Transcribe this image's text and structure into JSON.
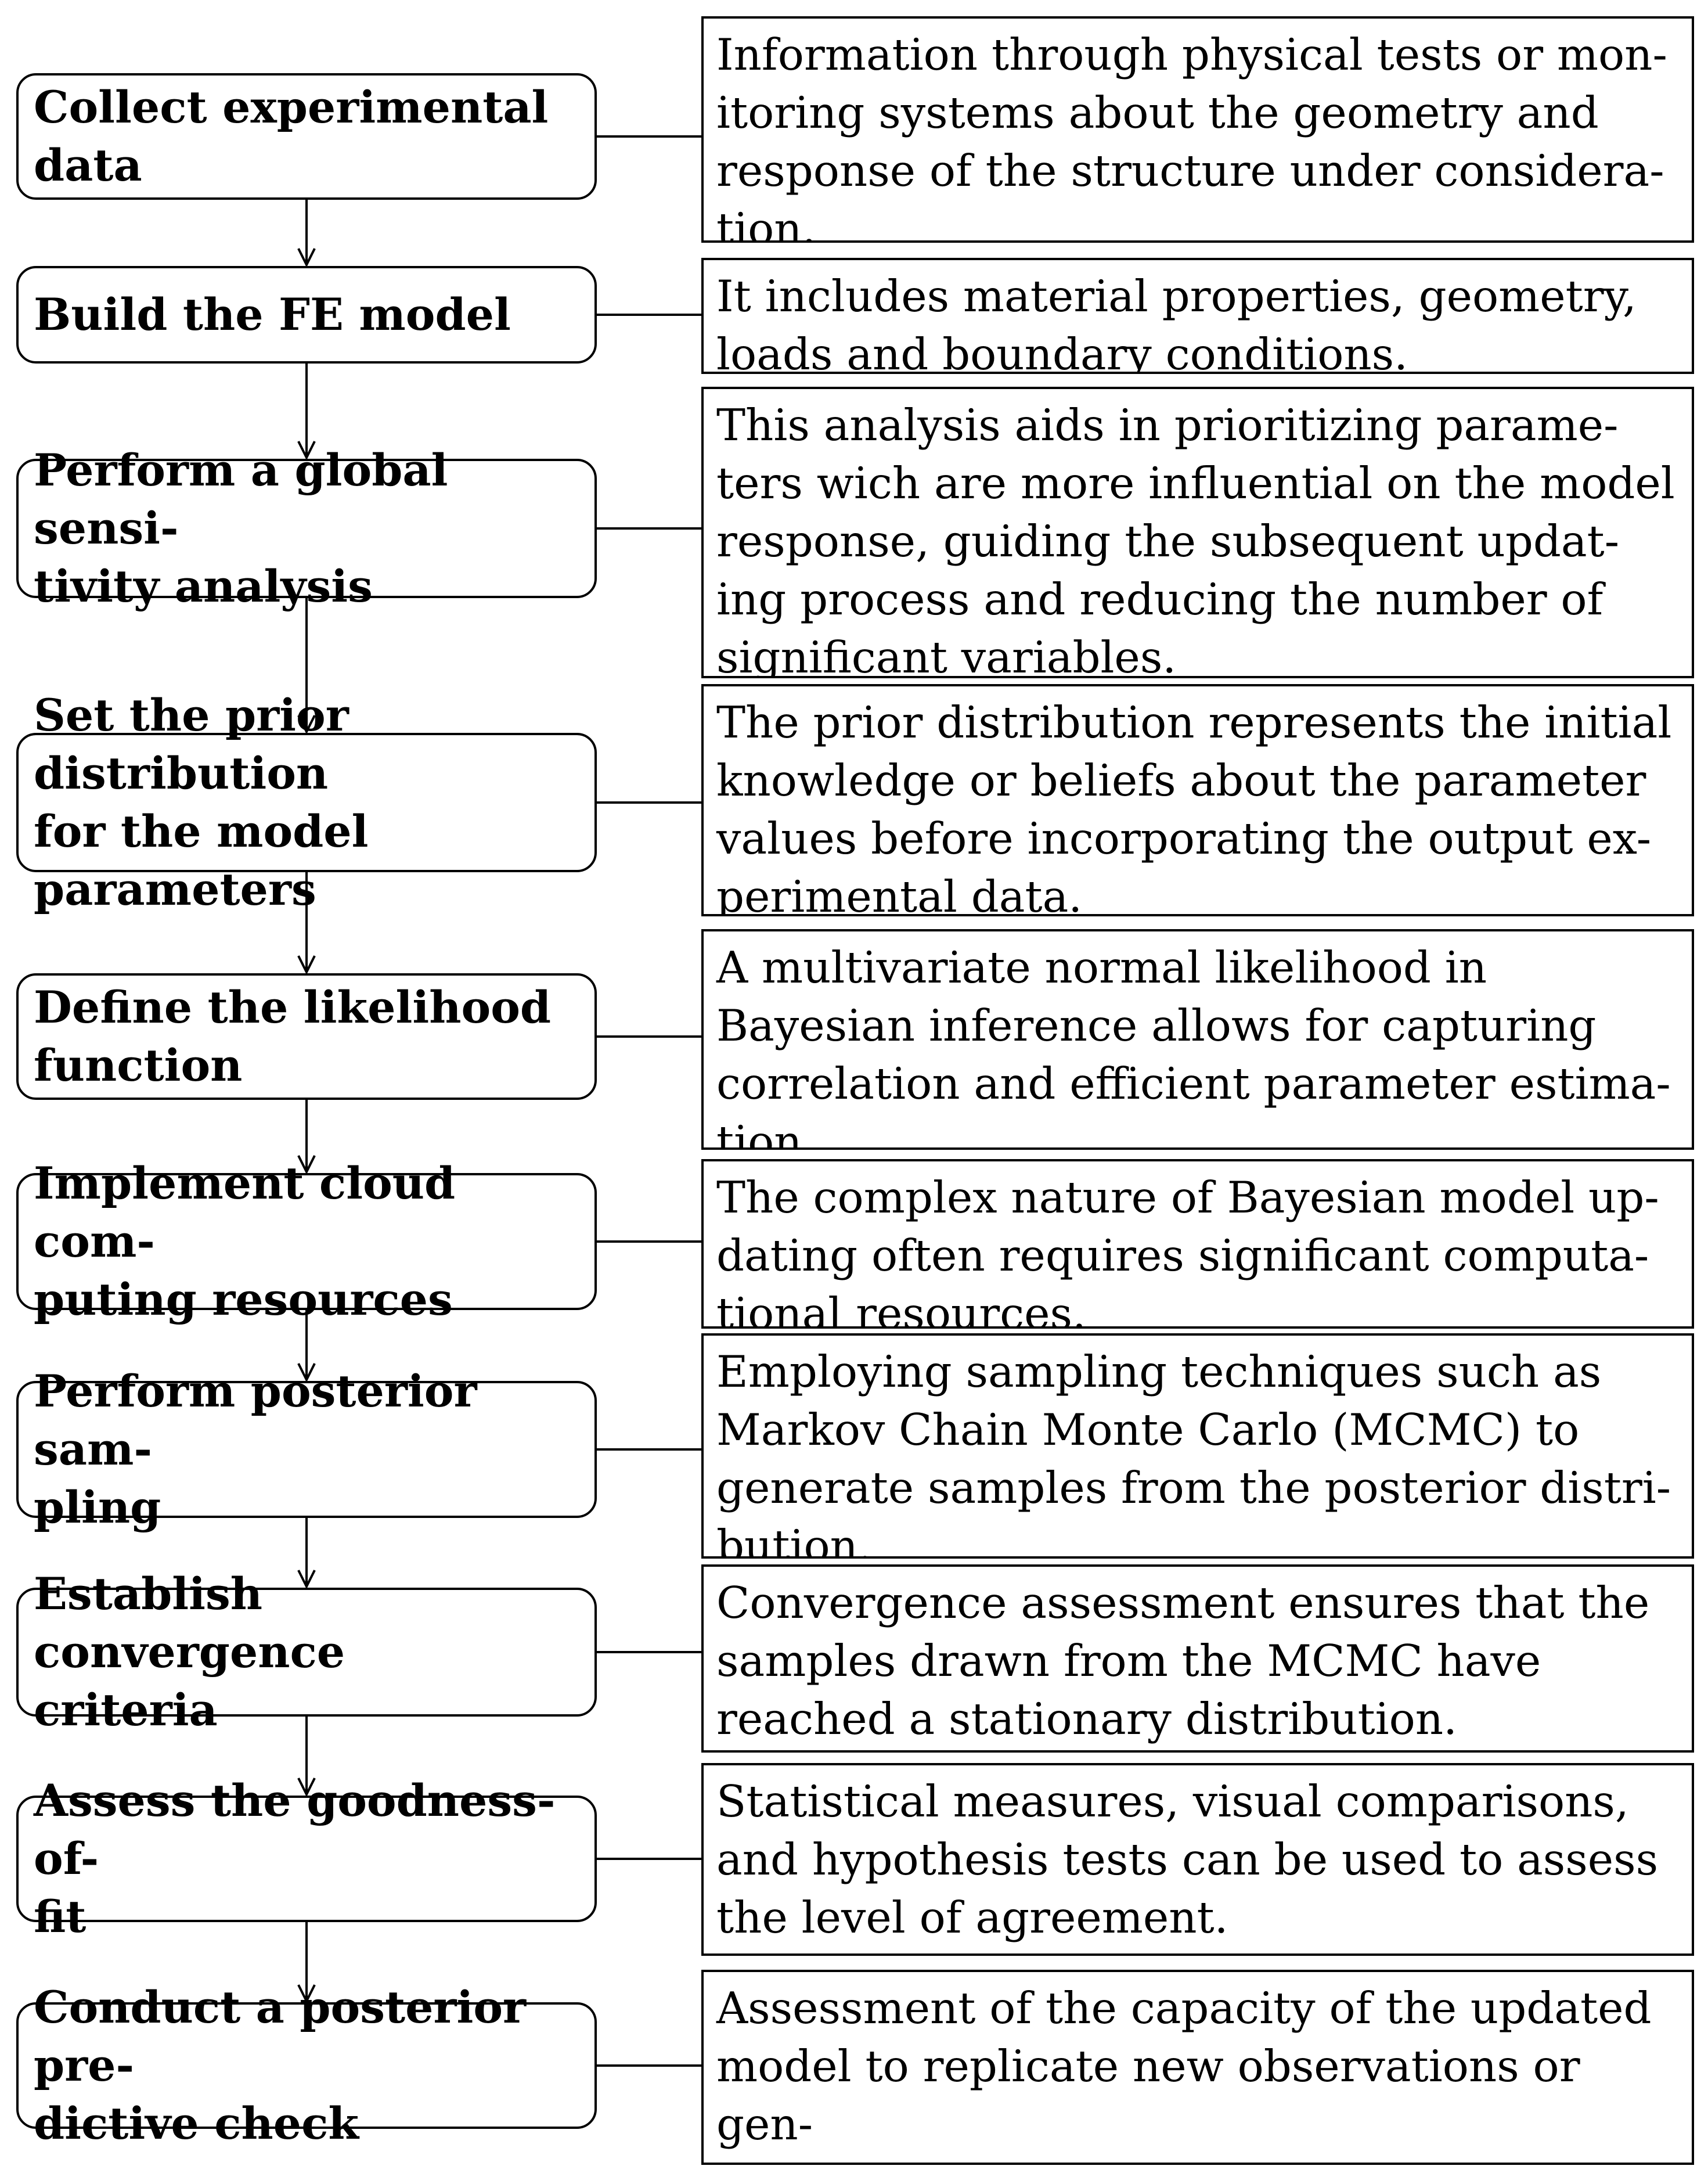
{
  "steps": [
    {
      "label": "Collect experimental\ndata",
      "description": "Information through physical tests or mon-\nitoring systems about the geometry and\nresponse of the structure under considera-\ntion."
    },
    {
      "label": "Build the FE model",
      "description": "It includes material properties, geometry,\nloads and boundary conditions."
    },
    {
      "label": "Perform a global sensi-\ntivity analysis",
      "description": "This analysis aids in prioritizing parame-\nters wich are more influential on the model\nresponse, guiding the subsequent updat-\ning process and reducing the number of\nsignificant variables."
    },
    {
      "label": "Set the prior distribution\nfor the model parameters",
      "description": "The prior distribution represents the initial\nknowledge or beliefs about the parameter\nvalues before incorporating the output ex-\nperimental data."
    },
    {
      "label": "Define the likelihood\nfunction",
      "description": "A multivariate normal likelihood in\nBayesian inference allows for capturing\ncorrelation and efficient parameter estima-\ntion."
    },
    {
      "label": "Implement cloud com-\nputing resources",
      "description": "The complex nature of Bayesian model up-\ndating often requires significant computa-\ntional resources."
    },
    {
      "label": "Perform posterior sam-\npling",
      "description": "Employing sampling techniques such as\nMarkov Chain Monte Carlo (MCMC) to\ngenerate samples from the posterior distri-\nbution."
    },
    {
      "label": "Establish convergence\ncriteria",
      "description": "Convergence assessment ensures that the\nsamples drawn from the MCMC have\nreached a stationary distribution."
    },
    {
      "label": "Assess the goodness-of-\nfit",
      "description": "Statistical measures, visual comparisons,\nand hypothesis tests can be used to assess\nthe level of agreement."
    },
    {
      "label": "Conduct a posterior pre-\ndictive check",
      "description": "Assessment of the capacity of the updated\nmodel to replicate new observations or gen-\nerate synthetic data."
    }
  ],
  "colors": {
    "line": "#000000",
    "background": "#ffffff"
  }
}
